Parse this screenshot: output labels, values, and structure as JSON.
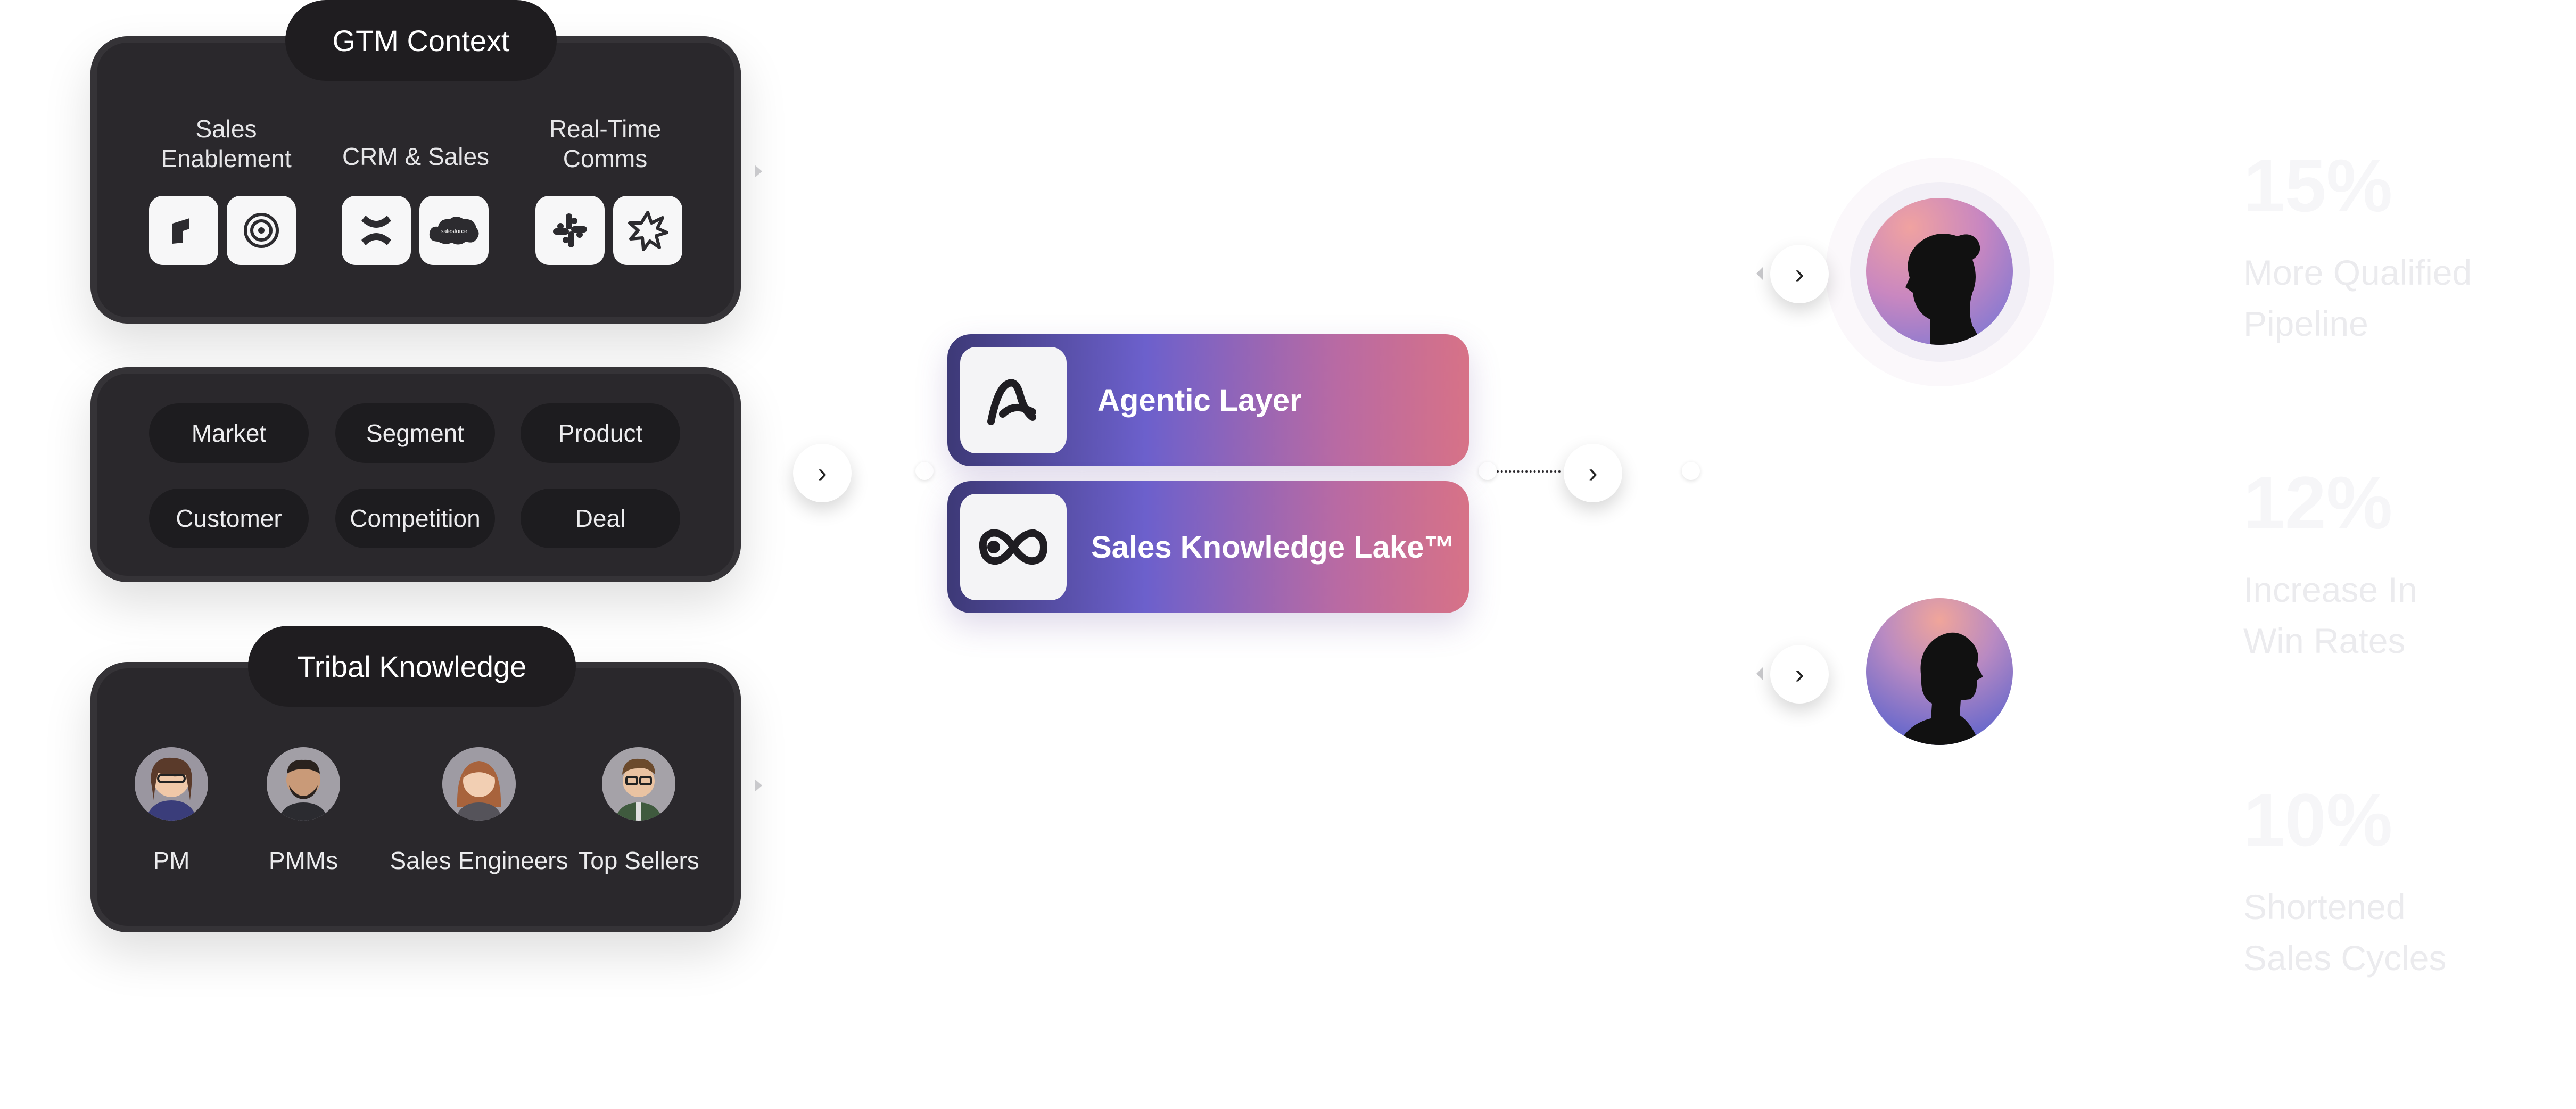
{
  "gtm_context": {
    "title": "GTM Context",
    "groups": [
      {
        "label": "Sales\nEnablement",
        "icons": [
          "highspot-icon",
          "gong-icon"
        ]
      },
      {
        "label": "CRM & Sales",
        "icons": [
          "confluence-icon",
          "salesforce-icon"
        ]
      },
      {
        "label": "Real-Time\nComms",
        "icons": [
          "slack-icon",
          "zapier-icon"
        ]
      }
    ],
    "salesforce_text": "salesforce"
  },
  "dimensions": {
    "chips": [
      "Market",
      "Segment",
      "Product",
      "Customer",
      "Competition",
      "Deal"
    ]
  },
  "tribal_knowledge": {
    "title": "Tribal Knowledge",
    "people": [
      "PM",
      "PMMs",
      "Sales Engineers",
      "Top Sellers"
    ]
  },
  "layers": [
    {
      "label": "Agentic Layer",
      "icon": "agentic-logo-icon"
    },
    {
      "label": "Sales Knowledge Lake™",
      "icon": "infinity-icon"
    }
  ],
  "outcomes": [
    {
      "value": "15%",
      "label": "More Qualified\nPipeline"
    },
    {
      "value": "12%",
      "label": "Increase In\nWin Rates"
    },
    {
      "value": "10%",
      "label": "Shortened\nSales Cycles"
    }
  ],
  "colors": {
    "card": "#2a282c",
    "gradient_start": "#3d3977",
    "gradient_end": "#d77287"
  }
}
